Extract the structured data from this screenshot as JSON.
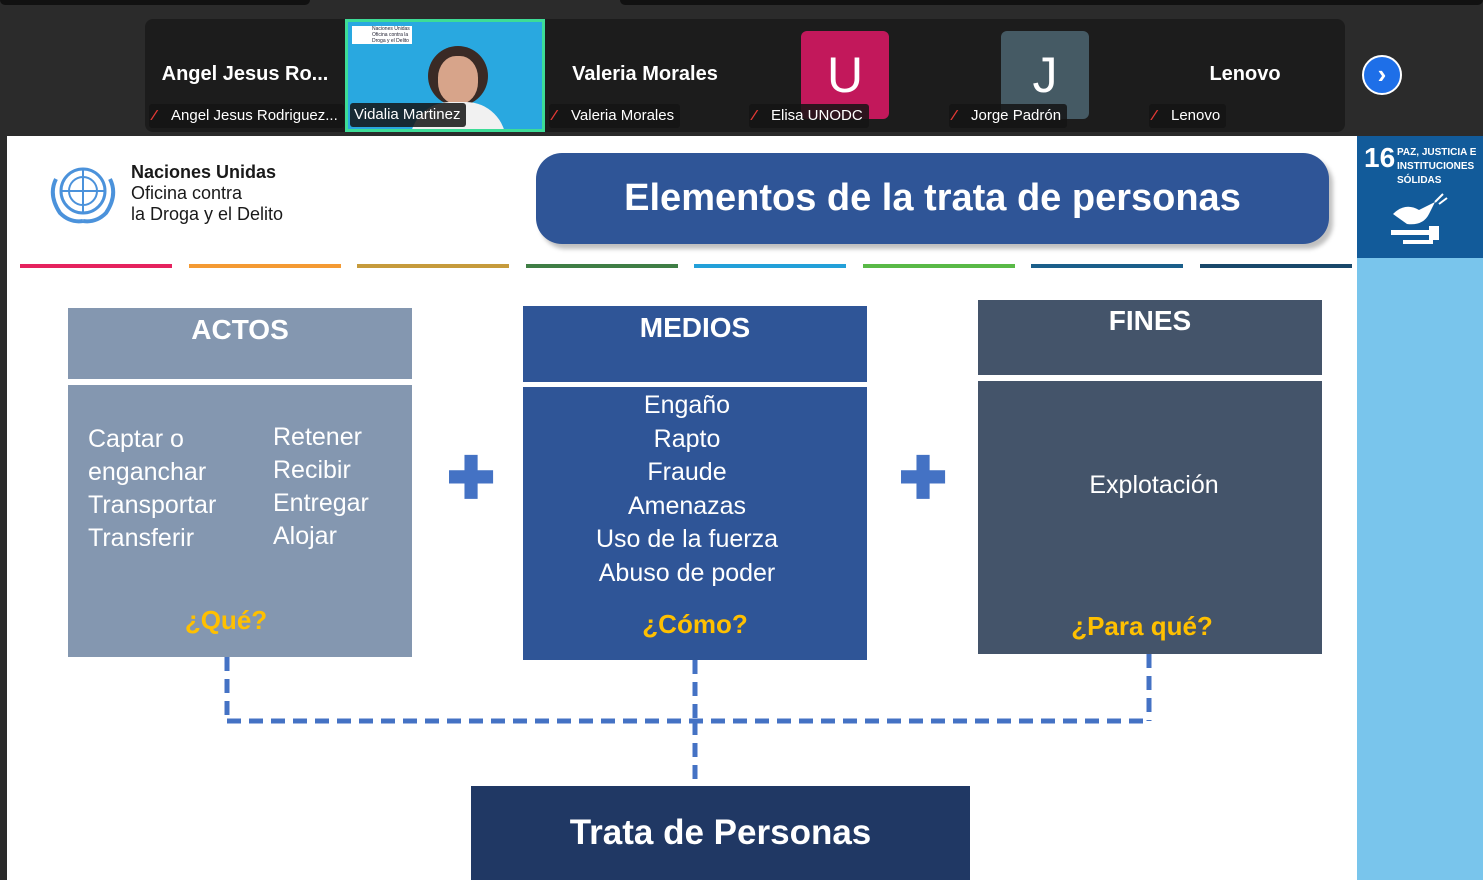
{
  "meeting": {
    "tiles": [
      {
        "big_name": "Angel Jesus Ro...",
        "caption": "Angel Jesus Rodriguez..."
      },
      {
        "caption": "Vidalia Martinez",
        "mini_slide": "Naciones Unidas Oficina contra la Droga y el Delito"
      },
      {
        "big_name": "Valeria Morales",
        "caption": "Valeria Morales"
      },
      {
        "avatar_letter": "U",
        "avatar_color": "#c2185b",
        "caption": "Elisa UNODC"
      },
      {
        "avatar_letter": "J",
        "avatar_color": "#455a64",
        "caption": "Jorge Padrón"
      },
      {
        "big_name": "Lenovo",
        "caption": "Lenovo"
      }
    ],
    "muted_icon": "mic-off-icon",
    "next_icon": "chevron-right-icon",
    "next_glyph": "›"
  },
  "slide": {
    "org": {
      "line1": "Naciones Unidas",
      "line2": "Oficina contra",
      "line3": "la Droga y el Delito"
    },
    "title": "Elementos de la trata de personas",
    "sdg": {
      "number": "16",
      "text": "PAZ, JUSTICIA E INSTITUCIONES SÓLIDAS",
      "icon": "dove-gavel-icon"
    },
    "stripe_colors": [
      "#e5225e",
      "#f49a33",
      "#c69b3c",
      "#3f7e45",
      "#23a0d9",
      "#59b947",
      "#1b5f8a",
      "#19486a"
    ],
    "columns": {
      "actos": {
        "header": "ACTOS",
        "left_items": [
          "Captar o",
          "enganchar",
          "Transportar",
          "Transferir"
        ],
        "right_items": [
          "Retener",
          "Recibir",
          "Entregar",
          "Alojar"
        ],
        "question": "¿Qué?"
      },
      "medios": {
        "header": "MEDIOS",
        "items": [
          "Engaño",
          "Rapto",
          "Fraude",
          "Amenazas",
          "Uso de la fuerza",
          "Abuso de poder"
        ],
        "question": "¿Cómo?"
      },
      "fines": {
        "header": "FINES",
        "item": "Explotación",
        "question": "¿Para qué?"
      }
    },
    "plus_sign": "✚",
    "result": "Trata de Personas"
  },
  "colors": {
    "actos": "#8497b0",
    "medios": "#2f5597",
    "fines": "#44546a",
    "accent": "#ffc000",
    "connector": "#4472c4",
    "result": "#203864"
  }
}
